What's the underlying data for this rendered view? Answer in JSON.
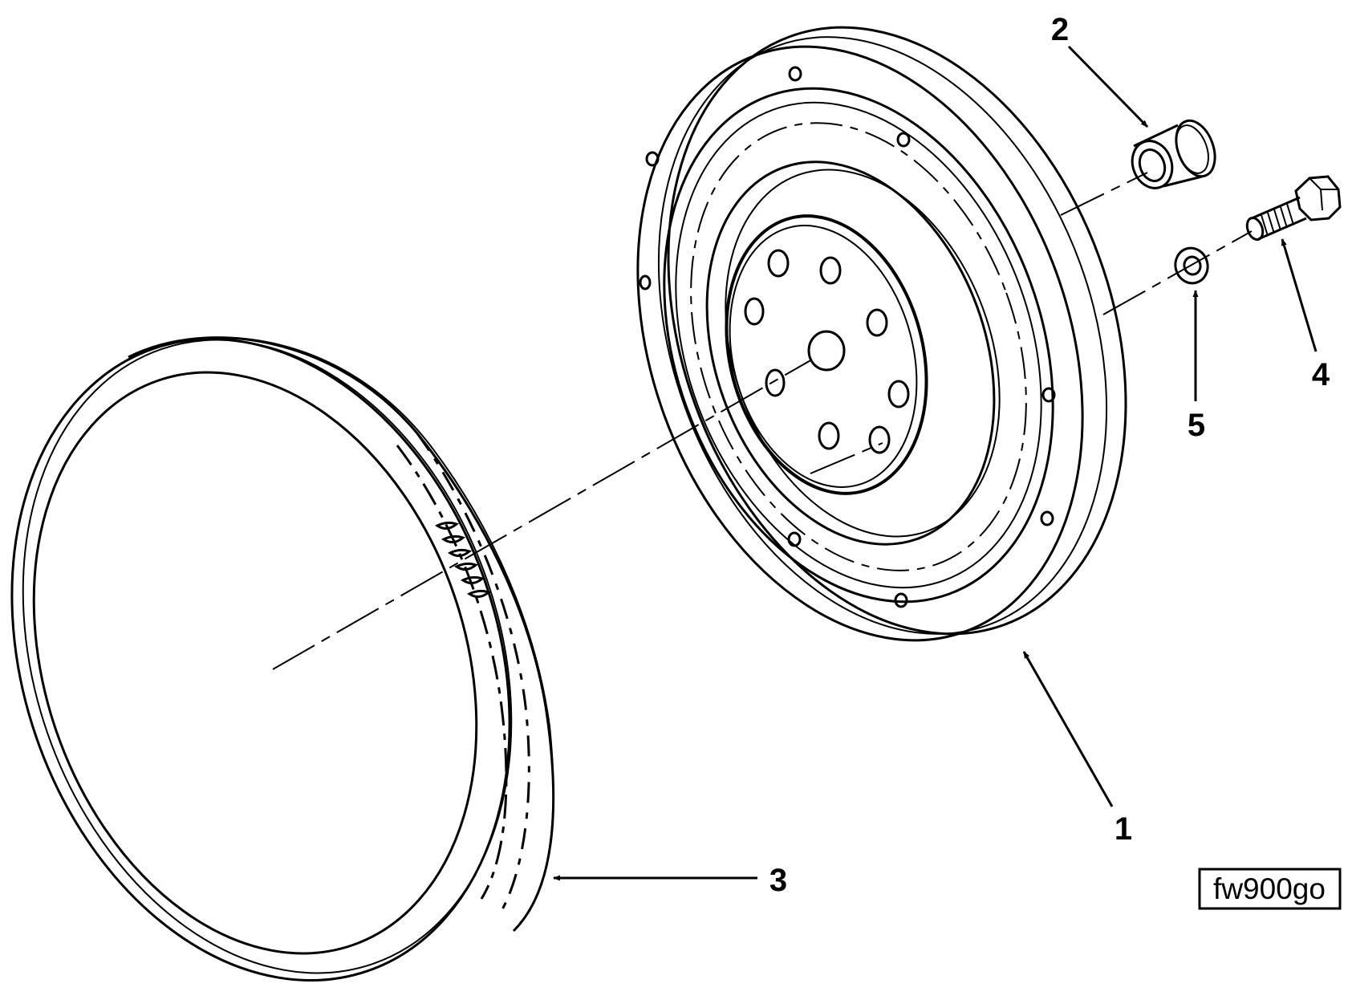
{
  "diagram": {
    "figure_id": "fw900go",
    "callouts": [
      {
        "id": "1",
        "label": "1"
      },
      {
        "id": "2",
        "label": "2"
      },
      {
        "id": "3",
        "label": "3"
      },
      {
        "id": "4",
        "label": "4"
      },
      {
        "id": "5",
        "label": "5"
      }
    ]
  },
  "colors": {
    "line": "#000000",
    "background": "#ffffff"
  }
}
